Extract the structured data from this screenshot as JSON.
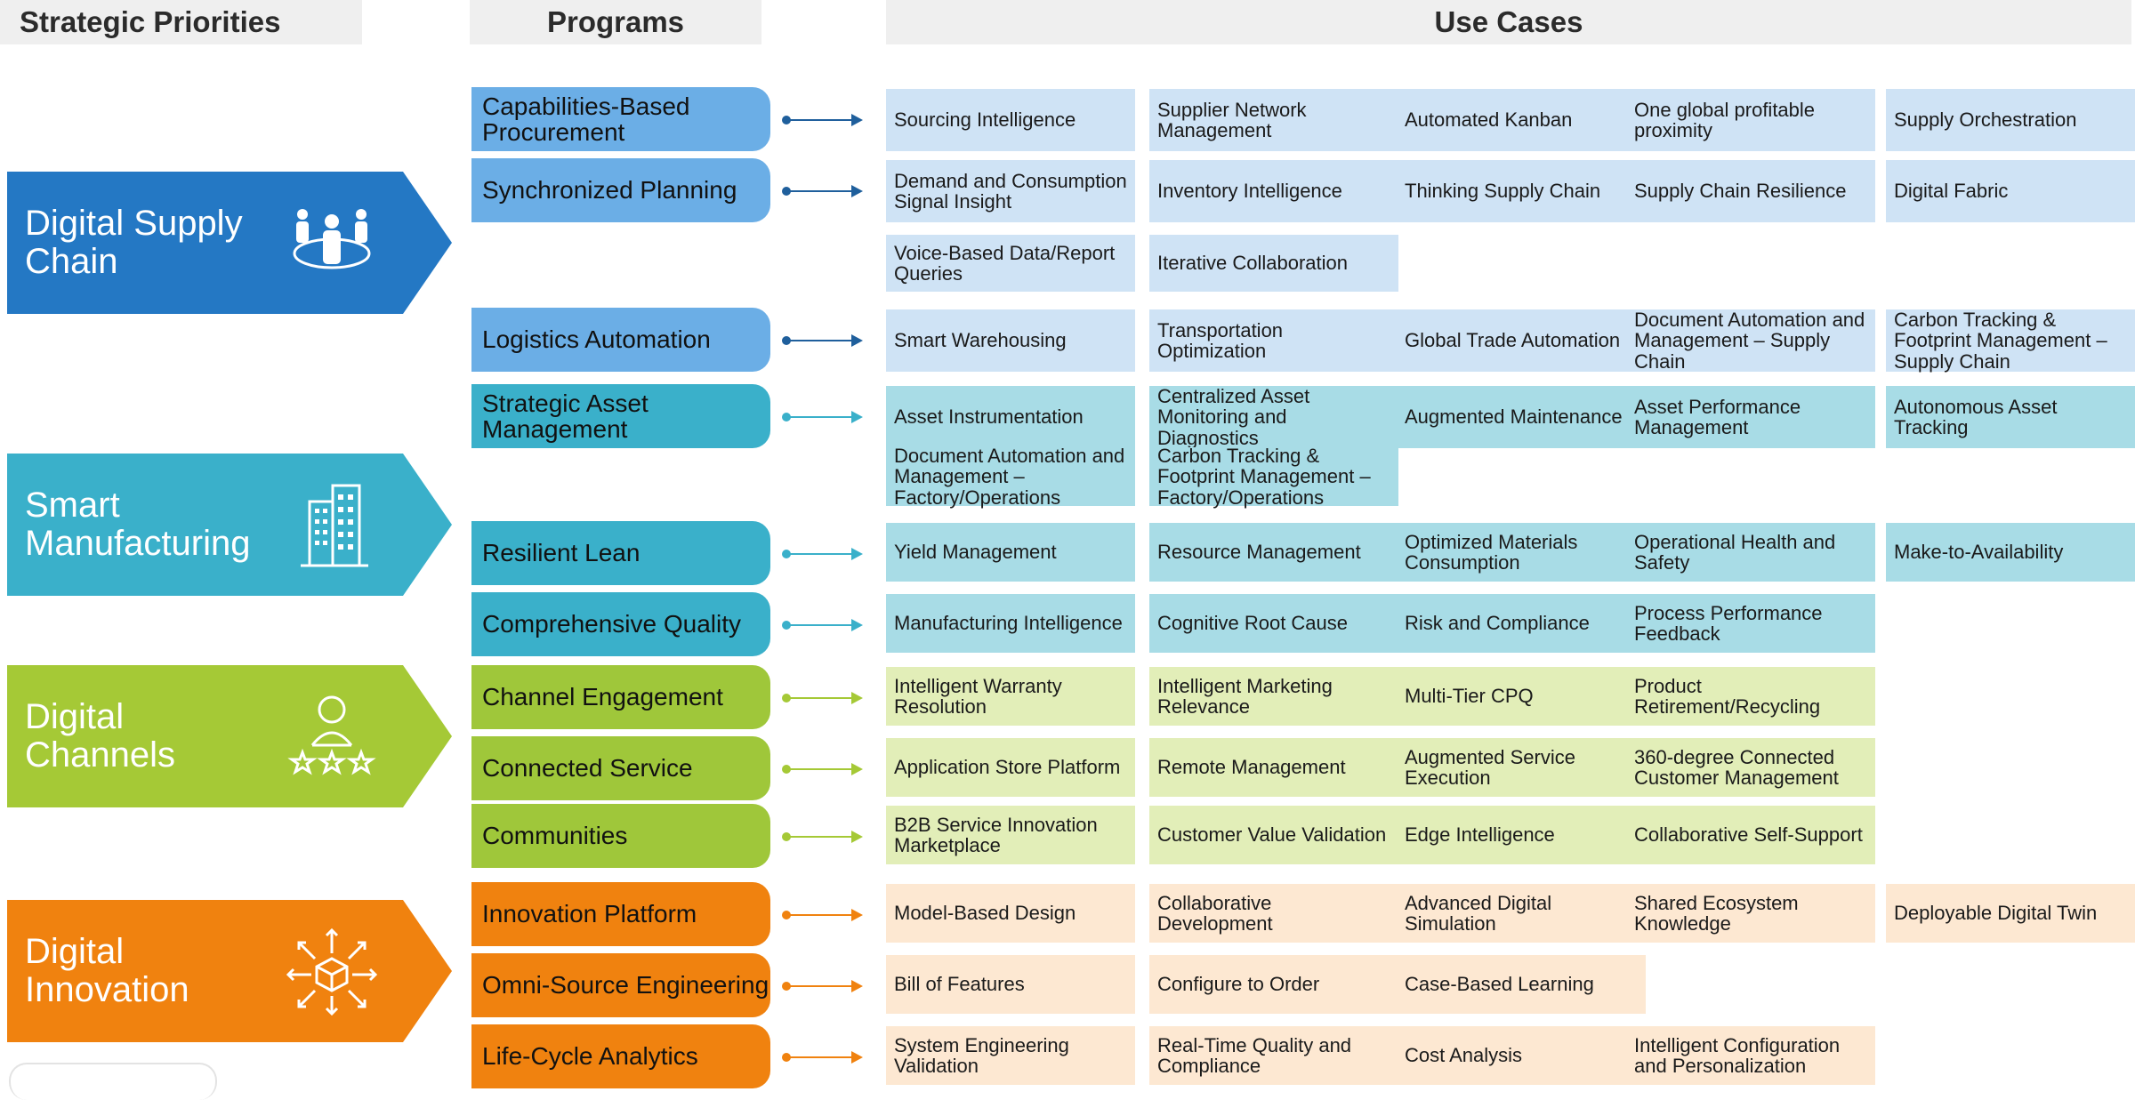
{
  "headers": {
    "strategic_priorities": "Strategic Priorities",
    "programs": "Programs",
    "use_cases": "Use Cases"
  },
  "colors": {
    "supply_chain_dark": "#2478c4",
    "supply_chain_program": "#6baee6",
    "supply_chain_usecase": "#cfe3f5",
    "manufacturing_dark": "#3ab0ca",
    "manufacturing_program": "#3ab0ca",
    "manufacturing_usecase": "#a8dce6",
    "channels_dark": "#a5c936",
    "channels_program": "#9fc73a",
    "channels_usecase": "#e2eeb8",
    "innovation_dark": "#f0820f",
    "innovation_program": "#f0820f",
    "innovation_usecase": "#fde8d2"
  },
  "priorities": [
    {
      "label": "Digital Supply\nChain",
      "icon": "people-network-icon"
    },
    {
      "label": "Smart\nManufacturing",
      "icon": "factory-buildings-icon"
    },
    {
      "label": "Digital\nChannels",
      "icon": "user-rating-stars-icon"
    },
    {
      "label": "Digital\nInnovation",
      "icon": "cube-expand-arrows-icon"
    }
  ],
  "programs": [
    {
      "label": "Capabilities-Based Procurement",
      "group": 0,
      "use_cases": [
        "Sourcing Intelligence",
        "Supplier Network Management",
        "Automated Kanban",
        "One global profitable proximity",
        "Supply Orchestration"
      ]
    },
    {
      "label": "Synchronized Planning",
      "group": 0,
      "use_cases": [
        "Demand and Consumption Signal Insight",
        "Inventory Intelligence",
        "Thinking Supply Chain",
        "Supply Chain Resilience",
        "Digital Fabric",
        "Voice-Based Data/Report Queries",
        "Iterative Collaboration"
      ]
    },
    {
      "label": "Logistics Automation",
      "group": 0,
      "use_cases": [
        "Smart Warehousing",
        "Transportation Optimization",
        "Global Trade Automation",
        "Document Automation and Management – Supply Chain",
        "Carbon Tracking & Footprint Management – Supply Chain"
      ]
    },
    {
      "label": "Strategic Asset Management",
      "group": 1,
      "use_cases": [
        "Asset Instrumentation",
        "Centralized Asset Monitoring and Diagnostics",
        "Augmented Maintenance",
        "Asset Performance Management",
        "Autonomous Asset Tracking",
        "Document Automation and Management – Factory/Operations",
        "Carbon Tracking & Footprint Management – Factory/Operations"
      ]
    },
    {
      "label": "Resilient Lean",
      "group": 1,
      "use_cases": [
        "Yield Management",
        "Resource Management",
        "Optimized Materials Consumption",
        "Operational Health and Safety",
        "Make-to-Availability"
      ]
    },
    {
      "label": "Comprehensive Quality",
      "group": 1,
      "use_cases": [
        "Manufacturing Intelligence",
        "Cognitive Root Cause",
        "Risk and Compliance",
        "Process Performance Feedback"
      ]
    },
    {
      "label": "Channel Engagement",
      "group": 2,
      "use_cases": [
        "Intelligent Warranty Resolution",
        "Intelligent Marketing Relevance",
        "Multi-Tier CPQ",
        "Product Retirement/Recycling"
      ]
    },
    {
      "label": "Connected Service",
      "group": 2,
      "use_cases": [
        "Application Store Platform",
        "Remote Management",
        "Augmented Service Execution",
        "360-degree Connected Customer Management"
      ]
    },
    {
      "label": "Communities",
      "group": 2,
      "use_cases": [
        "B2B Service Innovation Marketplace",
        "Customer Value Validation",
        "Edge Intelligence",
        "Collaborative Self-Support"
      ]
    },
    {
      "label": "Innovation Platform",
      "group": 3,
      "use_cases": [
        "Model-Based Design",
        "Collaborative Development",
        "Advanced Digital Simulation",
        "Shared Ecosystem Knowledge",
        "Deployable Digital Twin"
      ]
    },
    {
      "label": "Omni-Source Engineering",
      "group": 3,
      "use_cases": [
        "Bill of Features",
        "Configure to Order",
        "Case-Based Learning"
      ]
    },
    {
      "label": "Life-Cycle Analytics",
      "group": 3,
      "use_cases": [
        "System Engineering Validation",
        "Real-Time Quality and Compliance",
        "Cost Analysis",
        "Intelligent Configuration and Personalization"
      ]
    }
  ]
}
